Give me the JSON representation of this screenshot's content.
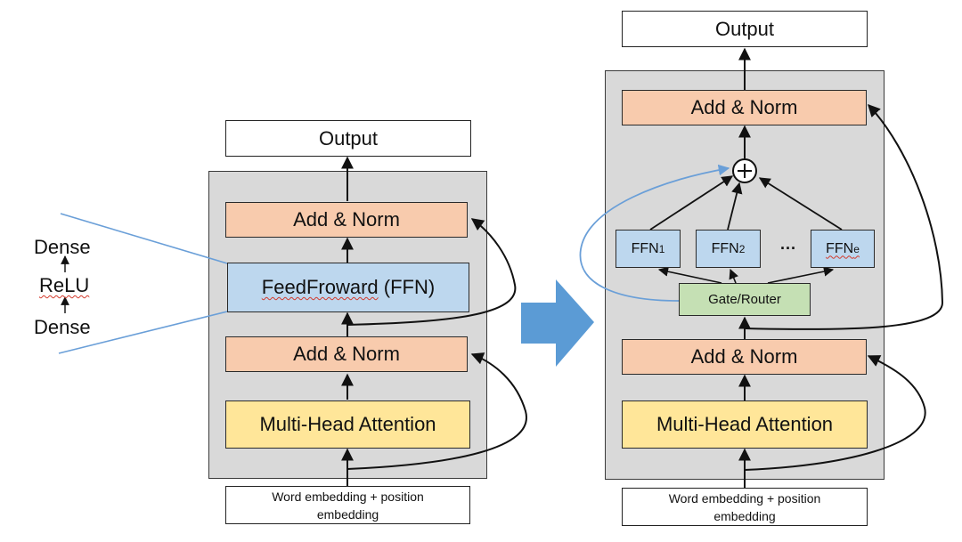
{
  "left": {
    "output": "Output",
    "add_norm_top": "Add & Norm",
    "ffn_main": "FeedFroward",
    "ffn_suffix": "(FFN)",
    "add_norm_bottom": "Add & Norm",
    "attention": "Multi-Head Attention",
    "embedding": "Word embedding + position embedding",
    "expansion": {
      "dense_top": "Dense",
      "relu": "ReLU",
      "dense_bottom": "Dense"
    }
  },
  "right": {
    "output": "Output",
    "add_norm_top": "Add & Norm",
    "experts": [
      {
        "base": "FFN",
        "sub": "1"
      },
      {
        "base": "FFN",
        "sub": "2"
      },
      {
        "base": "FFN",
        "sub": "e"
      }
    ],
    "ellipsis": "···",
    "gate": "Gate/Router",
    "add_norm_bottom": "Add & Norm",
    "attention": "Multi-Head Attention",
    "embedding": "Word embedding + position embedding"
  },
  "colors": {
    "panel": "#d9d9d9",
    "add_norm": "#f8cbad",
    "attention": "#ffe699",
    "ffn": "#bdd7ee",
    "gate": "#c5e0b4",
    "transition_arrow": "#5b9bd5",
    "routing_line": "#6a9fd8"
  }
}
